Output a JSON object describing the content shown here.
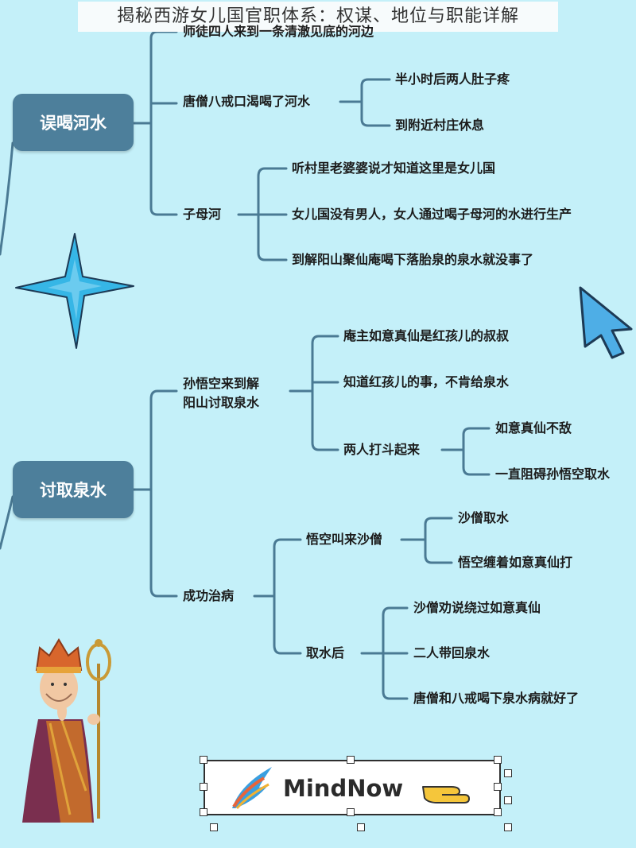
{
  "title": "揭秘西游女儿国官职体系：权谋、地位与职能详解",
  "mindmap": {
    "branch1": {
      "root": "误喝河水",
      "children": [
        {
          "label": "师徒四人来到一条清澈见底的河边"
        },
        {
          "label": "唐僧八戒口渴喝了河水",
          "children": [
            "半小时后两人肚子疼",
            "到附近村庄休息"
          ]
        },
        {
          "label": "子母河",
          "children": [
            "听村里老婆婆说才知道这里是女儿国",
            "女儿国没有男人，女人通过喝子母河的水进行生产",
            "到解阳山聚仙庵喝下落胎泉的泉水就没事了"
          ]
        }
      ]
    },
    "branch2": {
      "root": "讨取泉水",
      "children": [
        {
          "label_lines": [
            "孙悟空来到解",
            "阳山讨取泉水"
          ],
          "children": [
            {
              "label": "庵主如意真仙是红孩儿的叔叔"
            },
            {
              "label": "知道红孩儿的事，不肯给泉水"
            },
            {
              "label": "两人打斗起来",
              "children": [
                "如意真仙不敌",
                "一直阻碍孙悟空取水"
              ]
            }
          ]
        },
        {
          "label": "成功治病",
          "children": [
            {
              "label": "悟空叫来沙僧",
              "children": [
                "沙僧取水",
                "悟空缠着如意真仙打"
              ]
            },
            {
              "label": "取水后",
              "children": [
                "沙僧劝说绕过如意真仙",
                "二人带回泉水",
                "唐僧和八戒喝下泉水病就好了"
              ]
            }
          ]
        }
      ]
    }
  },
  "brand": {
    "name": "MindNow"
  },
  "colors": {
    "background": "#c4f0f9",
    "line": "#4a7a94",
    "node": "#4d7f9b",
    "star": "#36b6e6",
    "cursor": "#4eaee6"
  },
  "icons": [
    "star-icon",
    "cursor-arrow-icon",
    "tang-monk-illustration",
    "feather-logo-icon",
    "pointing-hand-icon"
  ]
}
